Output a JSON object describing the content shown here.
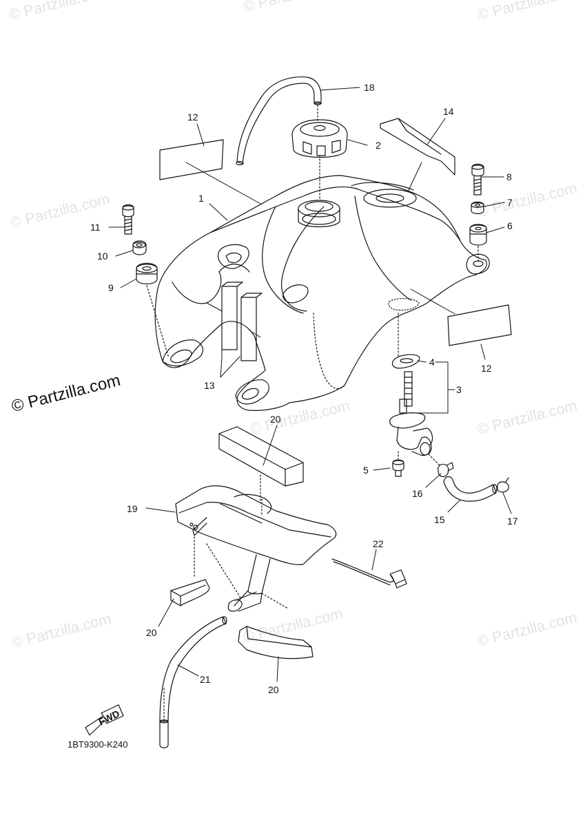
{
  "watermark": "© Partzilla.com",
  "brand_watermark": "© Partzilla.com",
  "diagram_code": "1BT9300-K240",
  "fwd_label": "FWD",
  "callouts": {
    "c1": "1",
    "c2": "2",
    "c3": "3",
    "c4": "4",
    "c5": "5",
    "c6": "6",
    "c7": "7",
    "c8": "8",
    "c9": "9",
    "c10": "10",
    "c11": "11",
    "c12a": "12",
    "c12b": "12",
    "c13": "13",
    "c14": "14",
    "c15": "15",
    "c16": "16",
    "c17": "17",
    "c18": "18",
    "c19": "19",
    "c20a": "20",
    "c20b": "20",
    "c20c": "20",
    "c21": "21",
    "c22": "22"
  },
  "colors": {
    "line": "#111111",
    "watermark": "#e3e3e3"
  }
}
